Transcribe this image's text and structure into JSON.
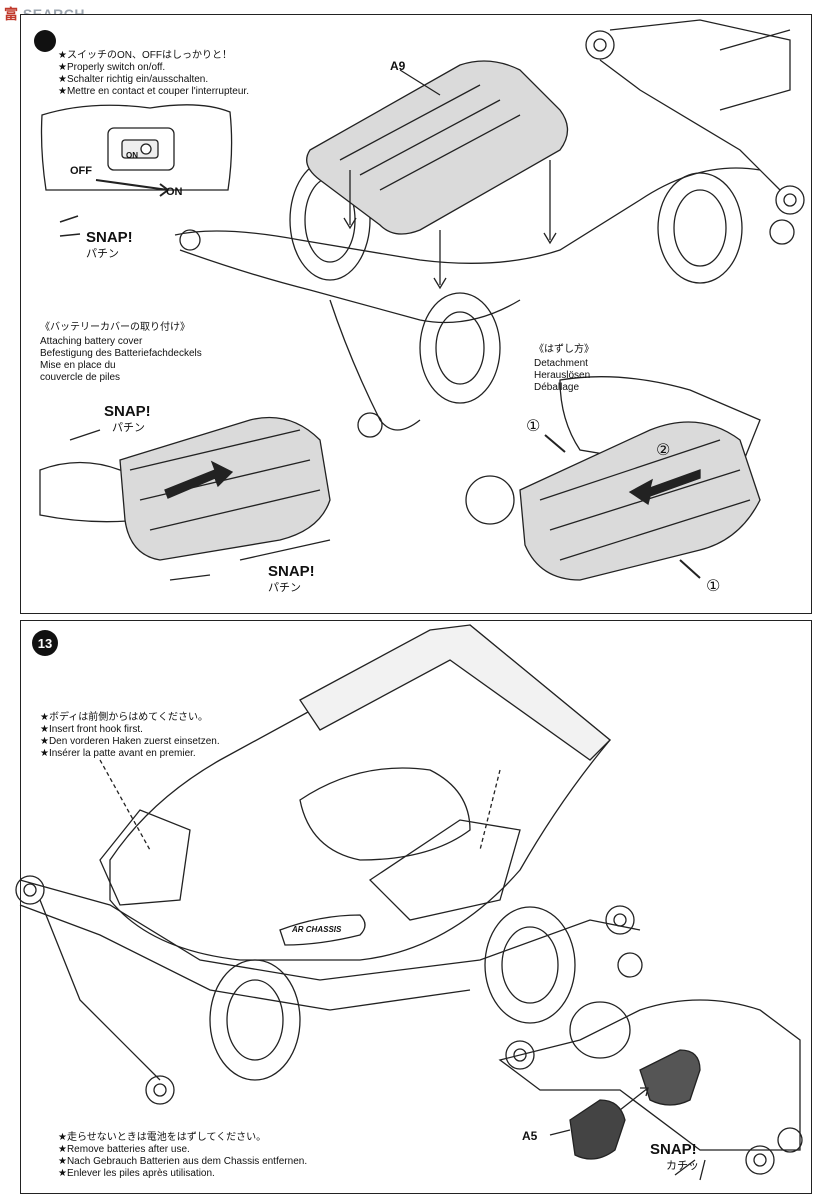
{
  "watermark": {
    "cjk": "富",
    "text": "SEARCH"
  },
  "step12": {
    "switch_notes": [
      "★スイッチのON、OFFはしっかりと！",
      "★Properly switch on/off.",
      "★Schalter richtig ein/ausschalten.",
      "★Mettre en contact et couper l'interrupteur."
    ],
    "switch_off": "OFF",
    "switch_on": "ON",
    "switch_on_small": "ON",
    "part_a9": "A9",
    "snap1": "SNAP!",
    "snap1_ja": "パチン",
    "attach_heading": [
      "《バッテリーカバーの取り付け》",
      "Attaching battery cover",
      "Befestigung des Batteriefachdeckels",
      "Mise en place du",
      "couvercle de piles"
    ],
    "snap2": "SNAP!",
    "snap2_ja": "パチン",
    "snap3": "SNAP!",
    "snap3_ja": "パチン",
    "detach_heading": [
      "《はずし方》",
      "Detachment",
      "Herauslösen",
      "Déballage"
    ],
    "circle1a": "①",
    "circle2": "②",
    "circle1b": "①"
  },
  "step13": {
    "number": "13",
    "body_notes": [
      "★ボディは前側からはめてください。",
      "★Insert front hook first.",
      "★Den vorderen Haken zuerst einsetzen.",
      "★Insérer la patte avant en premier."
    ],
    "logo_text": "AR CHASSIS",
    "battery_notes": [
      "★走らせないときは電池をはずしてください。",
      "★Remove batteries after use.",
      "★Nach Gebrauch Batterien aus dem Chassis entfernen.",
      "★Enlever les piles après utilisation."
    ],
    "part_a5": "A5",
    "snap": "SNAP!",
    "snap_ja": "カチッ"
  }
}
